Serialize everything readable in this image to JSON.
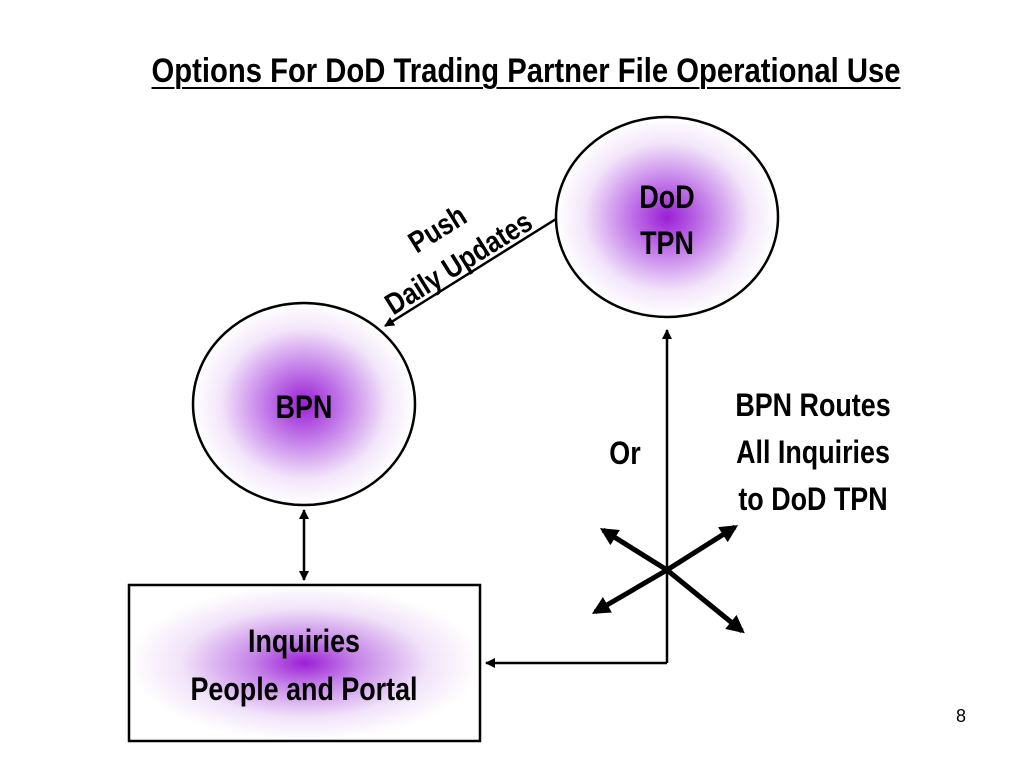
{
  "slide": {
    "title": "Options For DoD Trading Partner File Operational Use",
    "page_number": "8"
  },
  "diagram": {
    "nodes": {
      "dod_tpn": {
        "line1": "DoD",
        "line2": "TPN"
      },
      "bpn": {
        "label": "BPN"
      },
      "inquiries": {
        "line1": "Inquiries",
        "line2": "People and Portal"
      }
    },
    "labels": {
      "push_line1": "Push",
      "push_line2": "Daily Updates",
      "or": "Or",
      "routes_line1": "BPN Routes",
      "routes_line2": "All Inquiries",
      "routes_line3": "to DoD TPN"
    },
    "colors": {
      "gradient_center": "#9b1fd6",
      "gradient_edge": "#ffffff",
      "stroke": "#000000"
    }
  }
}
